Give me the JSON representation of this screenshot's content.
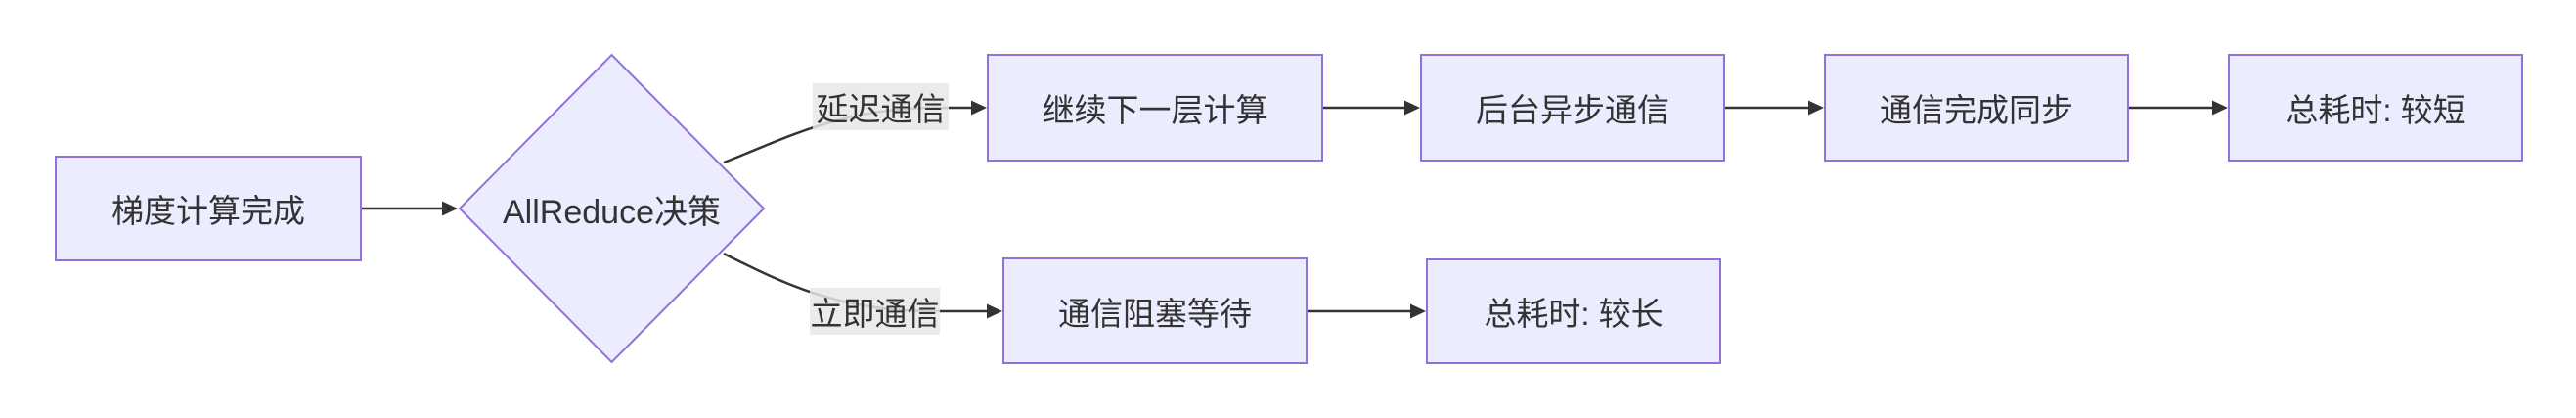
{
  "diagram": {
    "type": "flowchart",
    "direction": "left-to-right",
    "nodes": {
      "start": {
        "label": "梯度计算完成",
        "shape": "rectangle"
      },
      "decision": {
        "label": "AllReduce决策",
        "shape": "diamond"
      },
      "continue_compute": {
        "label": "继续下一层计算",
        "shape": "rectangle"
      },
      "async_comm": {
        "label": "后台异步通信",
        "shape": "rectangle"
      },
      "sync_done": {
        "label": "通信完成同步",
        "shape": "rectangle"
      },
      "total_short": {
        "label": "总耗时: 较短",
        "shape": "rectangle"
      },
      "blocking_wait": {
        "label": "通信阻塞等待",
        "shape": "rectangle"
      },
      "total_long": {
        "label": "总耗时: 较长",
        "shape": "rectangle"
      }
    },
    "edges": [
      {
        "from": "start",
        "to": "decision",
        "label": ""
      },
      {
        "from": "decision",
        "to": "continue_compute",
        "label": "延迟通信"
      },
      {
        "from": "continue_compute",
        "to": "async_comm",
        "label": ""
      },
      {
        "from": "async_comm",
        "to": "sync_done",
        "label": ""
      },
      {
        "from": "sync_done",
        "to": "total_short",
        "label": ""
      },
      {
        "from": "decision",
        "to": "blocking_wait",
        "label": "立即通信"
      },
      {
        "from": "blocking_wait",
        "to": "total_long",
        "label": ""
      }
    ],
    "edge_labels": {
      "delayed": "延迟通信",
      "immediate": "立即通信"
    },
    "colors": {
      "node_fill": "#ECECFF",
      "node_border": "#9370DB",
      "text": "#333333",
      "edge": "#333333",
      "edge_label_bg": "rgba(232,232,232,0.85)",
      "background": "#ffffff"
    }
  }
}
